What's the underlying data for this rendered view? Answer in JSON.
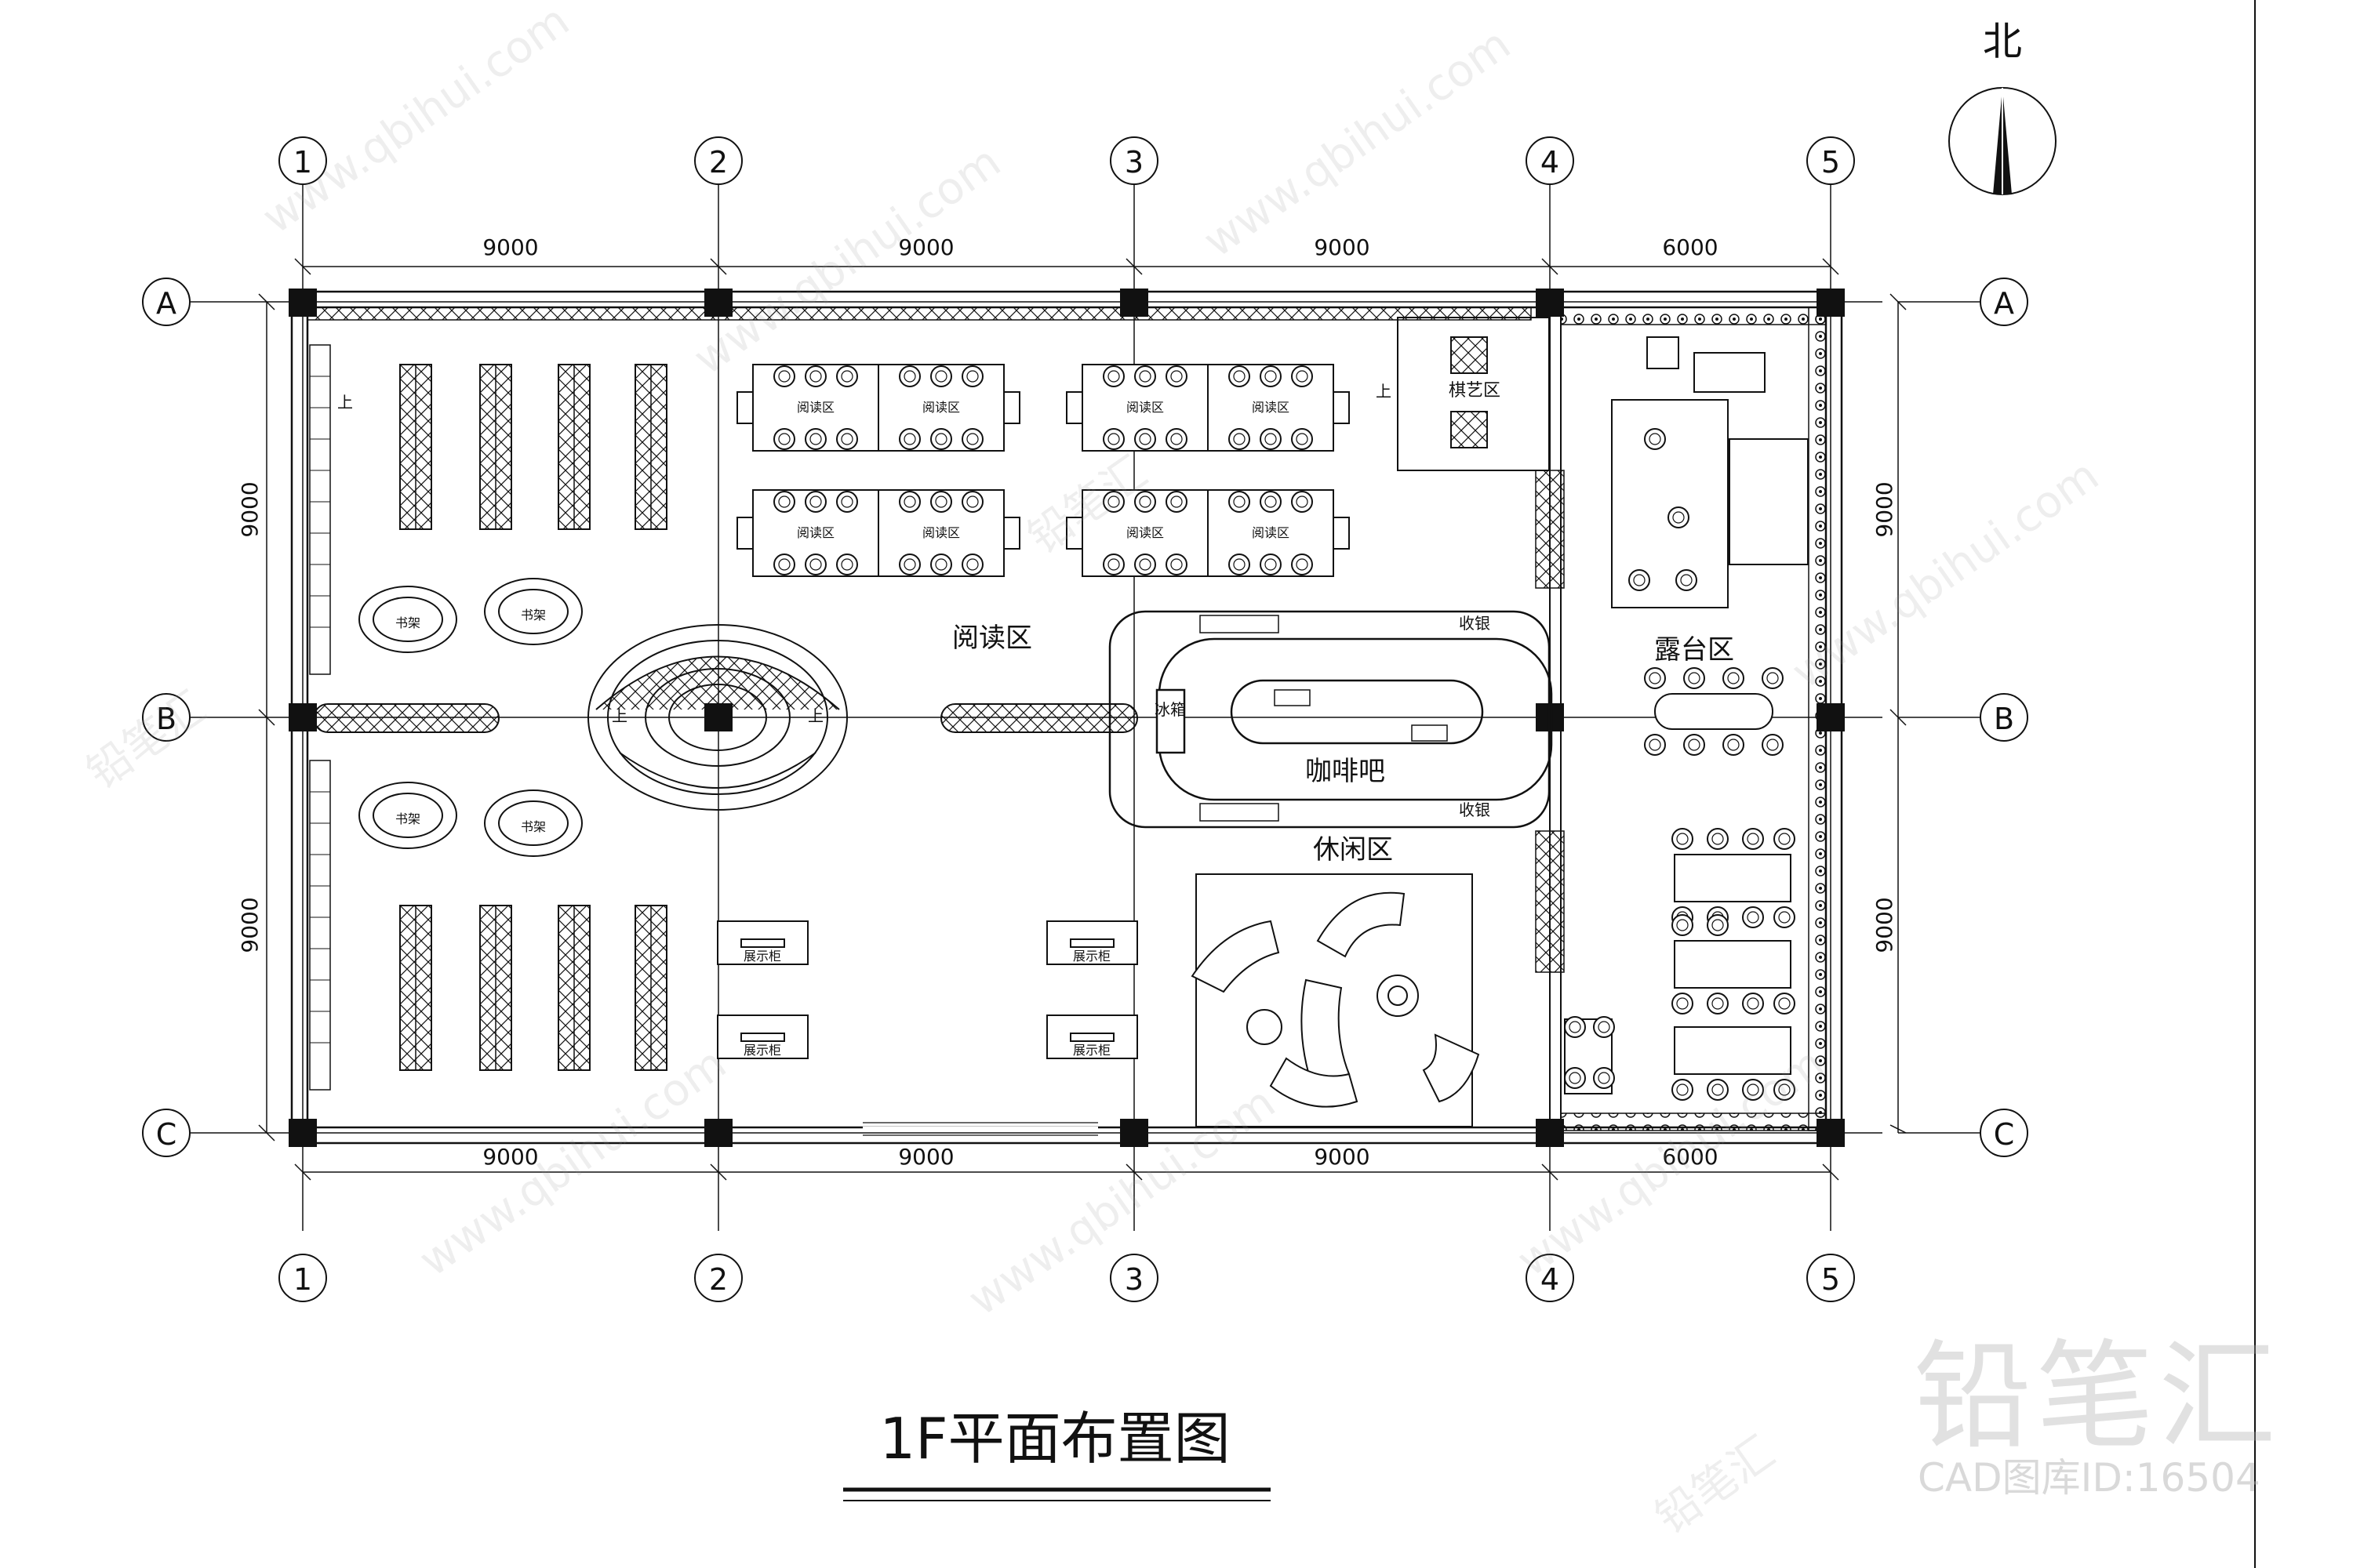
{
  "title": "1F平面布置图",
  "north_label": "北",
  "axes": {
    "cols": [
      "1",
      "2",
      "3",
      "4",
      "5"
    ],
    "rows": [
      "A",
      "B",
      "C"
    ],
    "col_dims": [
      "9000",
      "9000",
      "9000",
      "6000"
    ],
    "row_dims": [
      "9000",
      "9000"
    ]
  },
  "zones": {
    "reading": "阅读区",
    "coffee": "咖啡吧",
    "leisure": "休闲区",
    "terrace": "露台区",
    "chess": "棋艺区"
  },
  "labels": {
    "cashier": "收银",
    "fridge": "冰箱",
    "up": "上",
    "table_tag": "阅读区",
    "shelf_tag": "书架",
    "display_tag": "展示柜"
  },
  "watermark": {
    "brand": "铅笔汇",
    "site": "www.qbihui.com",
    "id_text": "CAD图库ID:16504"
  },
  "colors": {
    "line": "#111111",
    "watermark": "#bdbdbd"
  }
}
